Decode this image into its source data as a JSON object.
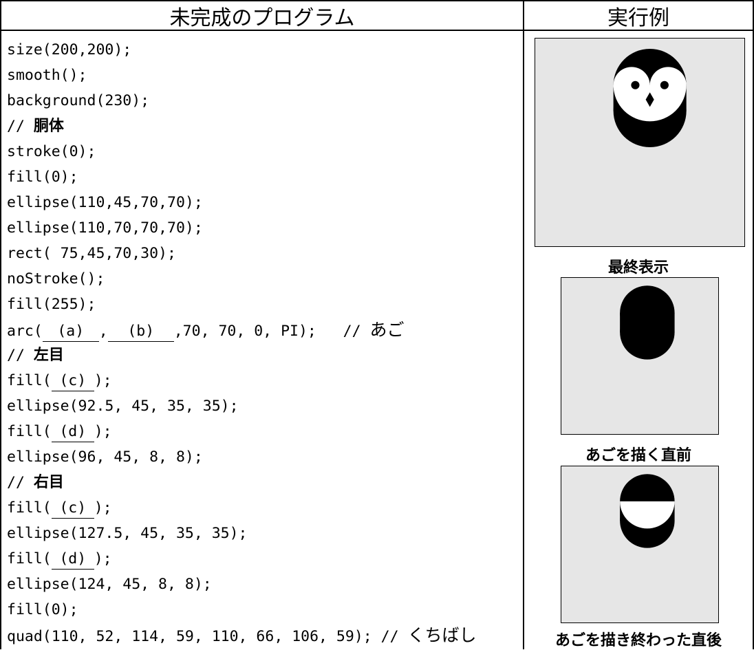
{
  "headers": {
    "program": "未完成のプログラム",
    "example": "実行例"
  },
  "code": {
    "l1": "size(200,200);",
    "l2": "smooth();",
    "l3": "background(230);",
    "l4_prefix": "// ",
    "l4_comment": "胴体",
    "l5": "stroke(0);",
    "l6": "fill(0);",
    "l7": "ellipse(110,45,70,70);",
    "l8": "ellipse(110,70,70,70);",
    "l9": "rect( 75,45,70,30);",
    "l10": "noStroke();",
    "l11": "fill(255);",
    "l12_start": "arc(",
    "blank_a": "(a)",
    "l12_sep": ",",
    "blank_b": "(b)",
    "l12_end": ",70, 70, 0, PI);   // ",
    "l12_comment": "あご",
    "l13_prefix": "// ",
    "l13_comment": "左目",
    "fill_open": "fill(",
    "blank_c": "(c)",
    "blank_d": "(d)",
    "fill_close": ");",
    "l15": "ellipse(92.5, 45, 35, 35);",
    "l17": "ellipse(96, 45, 8, 8);",
    "l18_prefix": "// ",
    "l18_comment": "右目",
    "l20": "ellipse(127.5, 45, 35, 35);",
    "l22": "ellipse(124, 45, 8, 8);",
    "l23": "fill(0);",
    "l24": "quad(110, 52, 114, 59, 110, 66, 106, 59); // ",
    "l24_comment": "くちばし"
  },
  "captions": {
    "final": "最終表示",
    "before_chin": "あごを描く直前",
    "after_chin": "あごを描き終わった直後"
  }
}
